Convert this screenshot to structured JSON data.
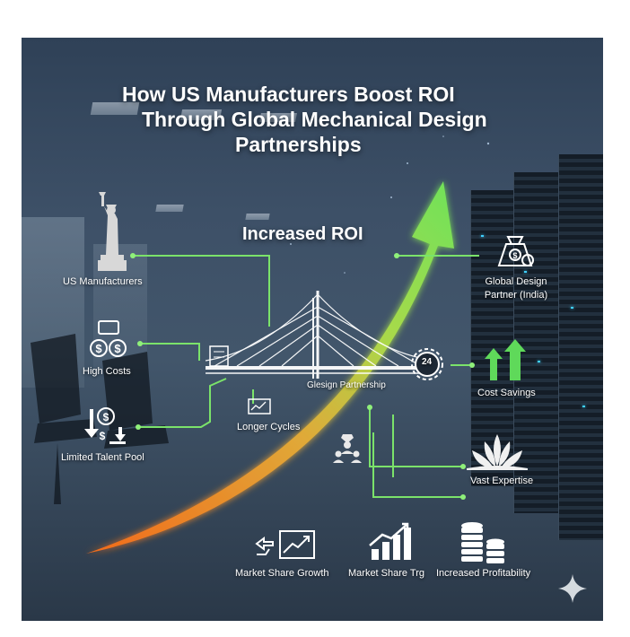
{
  "title": {
    "line1": "How US Manufacturers Boost ROI",
    "line2": "Through Global Mechanical Design",
    "line3": "Partnerships"
  },
  "arrow_label": "Increased ROI",
  "bridge_label": "Glesign Partnership",
  "left_nodes": {
    "us_manufacturers": "US Manufacturers",
    "high_costs": "High Costs",
    "longer_cycles": "Longer Cycles",
    "limited_talent": "Limited Talent Pool"
  },
  "right_nodes": {
    "global_partner_line1": "Global Design",
    "global_partner_line2": "Partner (India)",
    "cost_savings": "Cost Savings",
    "vast_expertise": "Vast Expertise"
  },
  "bottom_nodes": {
    "market_share_growth": "Market Share Growth",
    "market_share_trg": "Market Share Trg",
    "increased_profitability": "Increased Profitability"
  },
  "badge_24": "24",
  "colors": {
    "arrow_start": "#f26a1b",
    "arrow_mid": "#d9c93a",
    "arrow_end": "#6fe25a",
    "connector": "#7be36a",
    "savings_arrow": "#5fd95a"
  }
}
